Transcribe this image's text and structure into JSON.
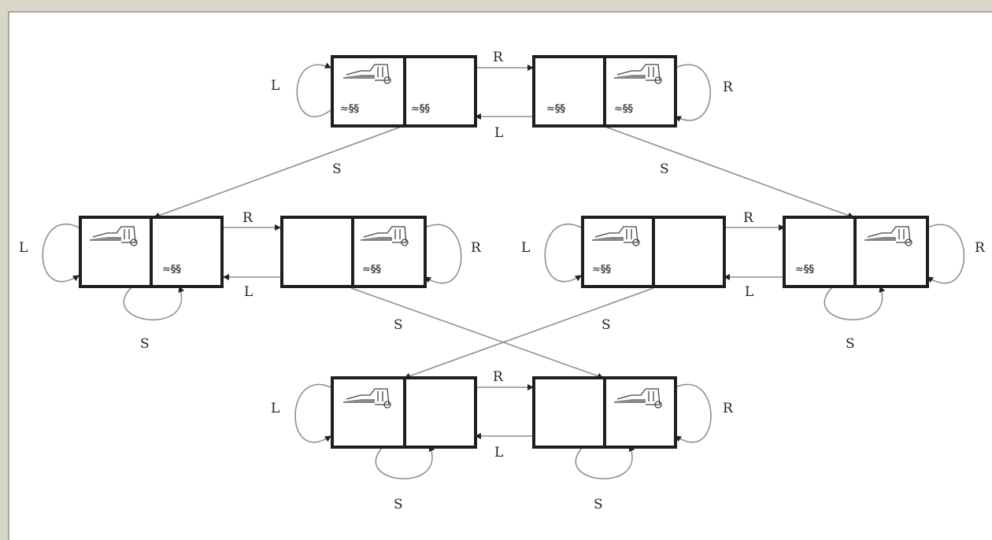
{
  "diagram": {
    "action_labels": {
      "right": "R",
      "left": "L",
      "suck": "S"
    },
    "dirt_glyph": "≈§§",
    "icons": {
      "vacuum": "vacuum-cleaner-icon",
      "dirt": "dirt-icon"
    },
    "states": [
      {
        "name": "state-1",
        "vacuum": "left",
        "dirt_left": true,
        "dirt_right": true
      },
      {
        "name": "state-2",
        "vacuum": "right",
        "dirt_left": true,
        "dirt_right": true
      },
      {
        "name": "state-3",
        "vacuum": "left",
        "dirt_left": false,
        "dirt_right": true
      },
      {
        "name": "state-4",
        "vacuum": "right",
        "dirt_left": false,
        "dirt_right": true
      },
      {
        "name": "state-5",
        "vacuum": "left",
        "dirt_left": true,
        "dirt_right": false
      },
      {
        "name": "state-6",
        "vacuum": "right",
        "dirt_left": true,
        "dirt_right": false
      },
      {
        "name": "state-7",
        "vacuum": "left",
        "dirt_left": false,
        "dirt_right": false
      },
      {
        "name": "state-8",
        "vacuum": "right",
        "dirt_left": false,
        "dirt_right": false
      }
    ]
  }
}
